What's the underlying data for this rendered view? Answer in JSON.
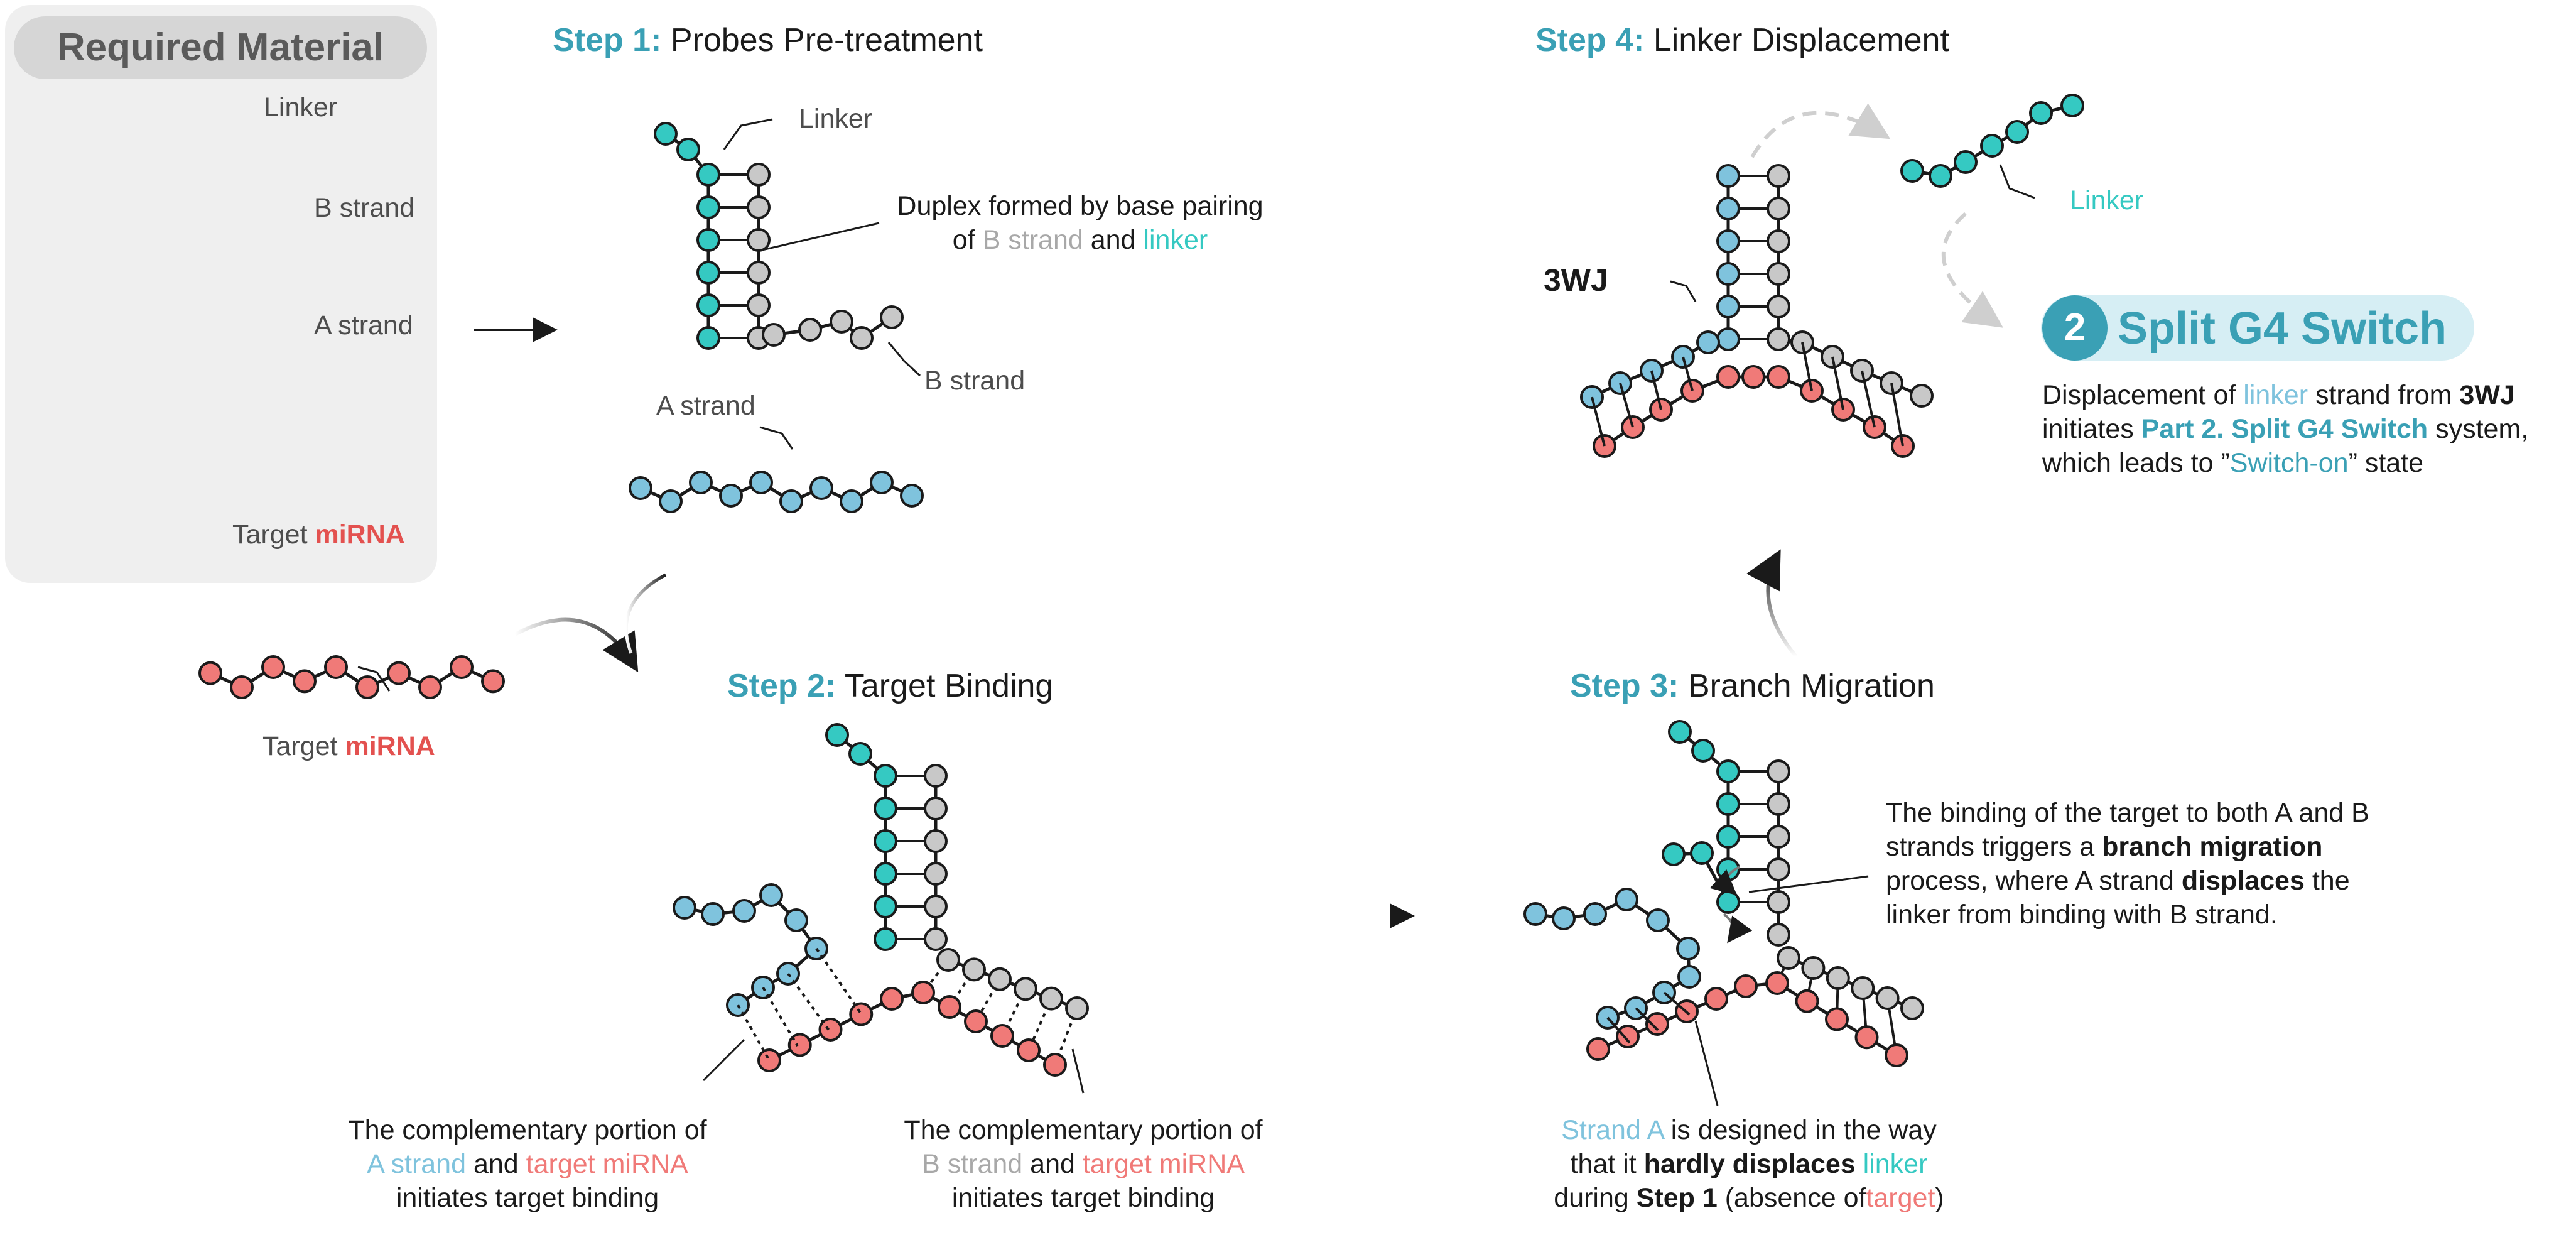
{
  "required_material": {
    "title": "Required Material",
    "linker_label": "Linker",
    "b_label": "B strand",
    "a_label": "A strand",
    "target_prefix": "Target",
    "target_word": "miRNA"
  },
  "step1": {
    "number": "Step 1:",
    "title": "Probes Pre-treatment",
    "linker_label": "Linker",
    "b_label": "B strand",
    "a_label": "A strand",
    "duplex_line1": "Duplex formed by base pairing",
    "duplex_of": "of",
    "duplex_b": "B strand",
    "duplex_and": "and",
    "duplex_linker": "linker"
  },
  "free_target": {
    "prefix": "Target",
    "word": "miRNA"
  },
  "step2": {
    "number": "Step 2:",
    "title": "Target Binding",
    "left_note": {
      "line1": "The complementary portion of",
      "strand": "A strand",
      "and": "and",
      "target": "target miRNA",
      "line3": "initiates target binding"
    },
    "right_note": {
      "line1": "The complementary portion of",
      "strand": "B strand",
      "and": "and",
      "target": "target miRNA",
      "line3": "initiates target binding"
    }
  },
  "step3": {
    "number": "Step 3:",
    "title": "Branch Migration",
    "note": {
      "l1": "The binding of the target to both A and B",
      "l2a": "strands triggers a",
      "l2b": "branch migration",
      "l3a": "process, where A strand",
      "l3b": "displaces",
      "l3c": "the",
      "l4": "linker from binding with B strand."
    },
    "strand_note": {
      "strand_a": "Strand A",
      "l1rest": "is designed in the way",
      "l2a": "that it",
      "l2b": "hardly displaces",
      "l2c": "linker",
      "l3a": "during",
      "l3b": "Step 1",
      "l3c": "(absence of",
      "l3d": "target",
      "l3e": ")"
    }
  },
  "step4": {
    "number": "Step 4:",
    "title": "Linker Displacement",
    "tag_3wj": "3WJ",
    "linker_label": "Linker"
  },
  "split_g4": {
    "number": "2",
    "title": "Split G4 Switch",
    "l1a": "Displacement of",
    "l1b": "linker",
    "l1c": "strand from",
    "l1d": "3WJ",
    "l2a": "initiates",
    "l2b": "Part 2. Split G4 Switch",
    "l2c": "system,",
    "l3a": "which leads to ”",
    "l3b": "Switch-on",
    "l3c": "” state"
  },
  "colors": {
    "linker": "#35c9c2",
    "a_strand": "#7fc3dd",
    "b_strand": "#c8c8c8",
    "target": "#f07a78",
    "accent": "#3aa0b5"
  }
}
